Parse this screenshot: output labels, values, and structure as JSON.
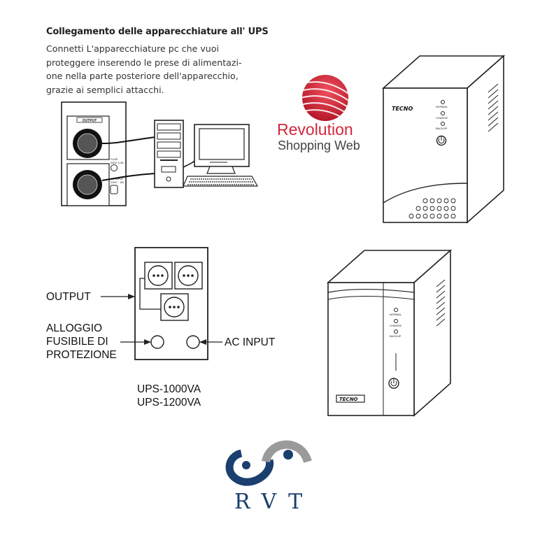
{
  "heading": "Collegamento delle apparecchiature all' UPS",
  "intro_lines": [
    "Connetti L'apparecchiature pc che vuoi",
    "proteggere inserendo le prese di alimentazi-",
    "one nella parte posteriore dell'apparecchio,",
    "grazie ai semplici attacchi."
  ],
  "connection_diagram": {
    "output_label": "OUTPUT",
    "fuse_label": "FUSE",
    "fuse_rating": "250V 6.3A",
    "ac_input_label": "AC INPUT",
    "ac_input_rating": "230V ~ 5A"
  },
  "rear_panel": {
    "output_label": "OUTPUT",
    "fuse_label_lines": [
      "ALLOGGIO",
      "FUSIBILE DI",
      "PROTEZIONE"
    ],
    "ac_input_label": "AC INPUT",
    "models": [
      "UPS-1000VA",
      "UPS-1200VA"
    ]
  },
  "device": {
    "brand": "TECNO",
    "indicators": [
      "NORMAL",
      "CHARGE",
      "BACKUP"
    ]
  },
  "watermark": {
    "word": "Revolution",
    "sub": "Shopping Web",
    "color": "#d1283a"
  },
  "footer_logo": {
    "text": "RVT",
    "color": "#1b3f6e"
  }
}
